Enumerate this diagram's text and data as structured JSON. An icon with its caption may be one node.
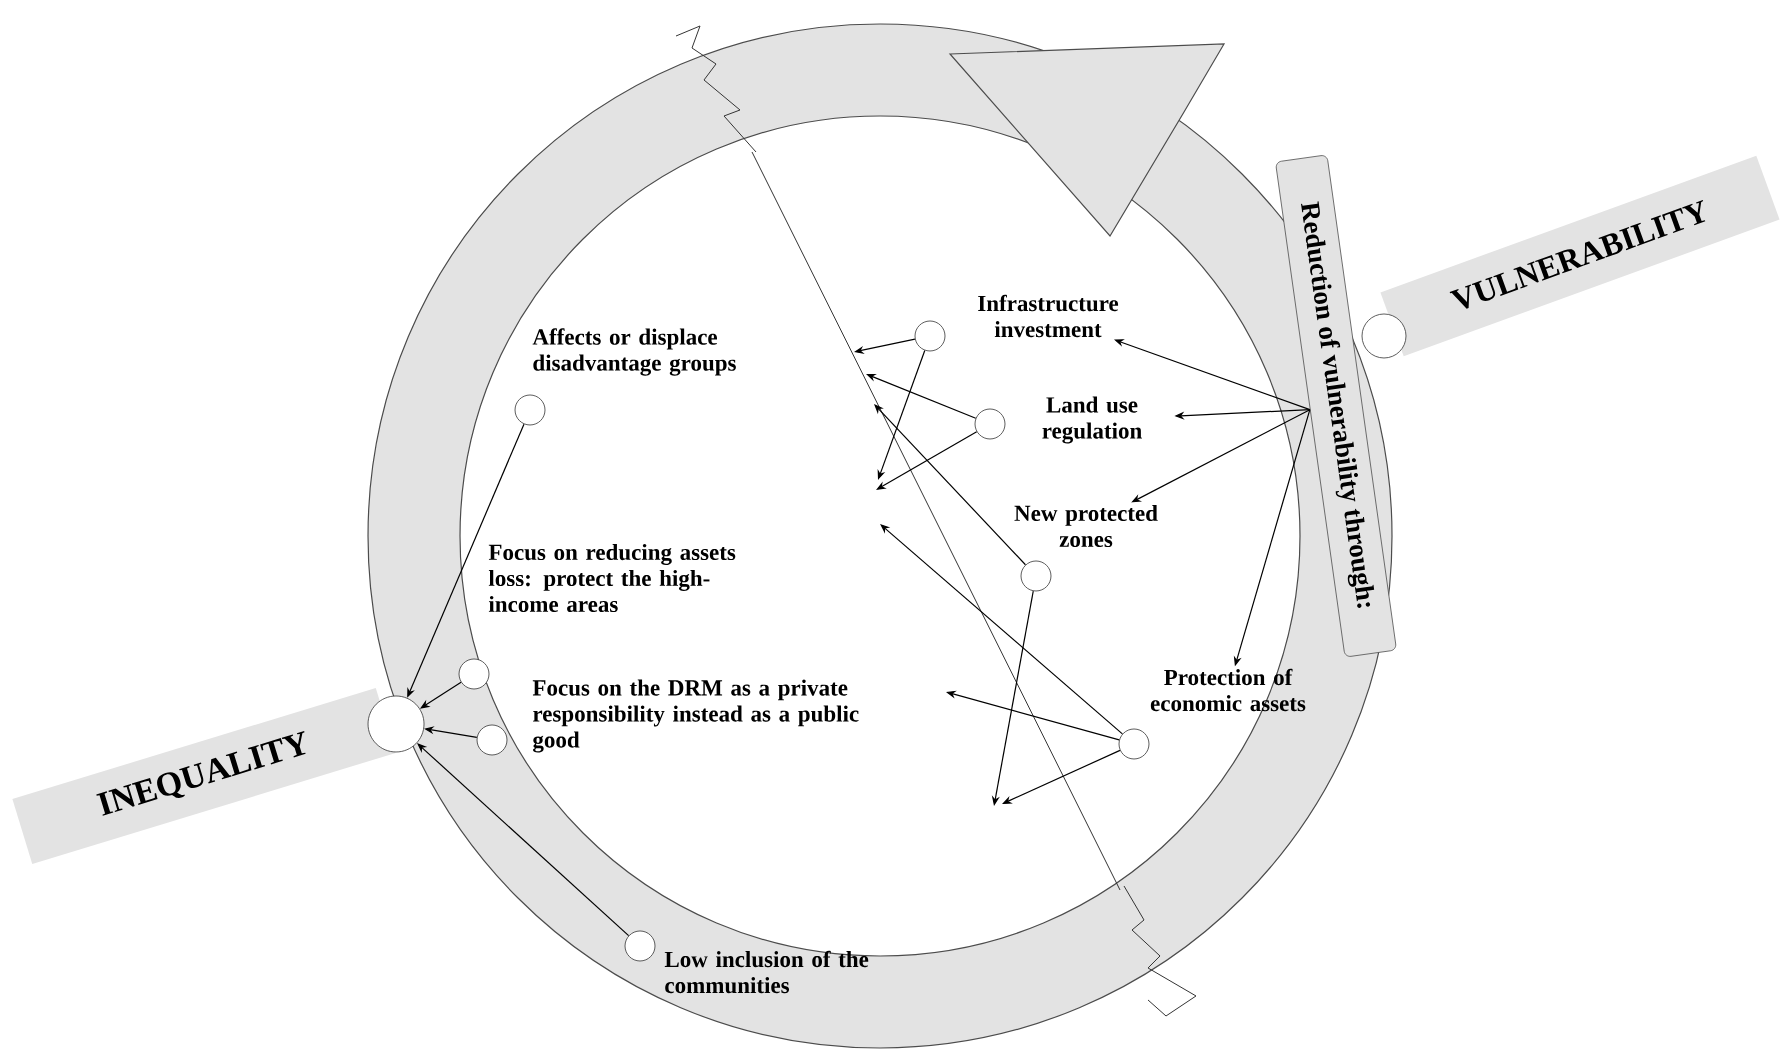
{
  "diagram": {
    "nodes": [
      {
        "text": [
          "INEQUALITY"
        ]
      },
      {
        "text": [],
        "shape": "circle"
      },
      {
        "text": [
          "Affects or displace disadvantage groups"
        ]
      },
      {
        "text": [],
        "shape": "circle"
      },
      {
        "text": [
          "Focus on reducing assets loss: protect the high-income areas"
        ]
      },
      {
        "text": [],
        "shape": "circle"
      },
      {
        "text": [
          "Focus on the DRM as a private responsibility instead as a public good"
        ]
      },
      {
        "text": [],
        "shape": "circle"
      },
      {
        "text": [
          "Low inclusion of the communities"
        ]
      },
      {
        "text": [],
        "shape": "circle"
      },
      {
        "text": [
          "Infrastructure investment"
        ]
      },
      {
        "text": [],
        "shape": "circle"
      },
      {
        "text": [
          "Land use regulation"
        ]
      },
      {
        "text": [],
        "shape": "circle"
      },
      {
        "text": [
          "New protected zones"
        ]
      },
      {
        "text": [],
        "shape": "circle"
      },
      {
        "text": [
          "Protection of economic assets"
        ]
      },
      {
        "text": [],
        "shape": "circle"
      },
      {
        "text": [
          "Reduction of vulnerability through:"
        ]
      },
      {
        "text": [
          "VULNERABILITY"
        ]
      },
      {
        "text": [],
        "shape": "circle"
      }
    ],
    "edges": [
      {
        "from": 3,
        "to": 1,
        "arrow": "to"
      },
      {
        "from": 5,
        "to": 1,
        "arrow": "to"
      },
      {
        "from": 7,
        "to": 1,
        "arrow": "to"
      },
      {
        "from": 9,
        "to": 1,
        "arrow": "to"
      },
      {
        "from": 18,
        "to": 10,
        "arrow": "to"
      },
      {
        "from": 18,
        "to": 12,
        "arrow": "to"
      },
      {
        "from": 18,
        "to": 14,
        "arrow": "to"
      },
      {
        "from": 18,
        "to": 16,
        "arrow": "to"
      },
      {
        "from": 11,
        "to": null,
        "arrow": "to"
      },
      {
        "from": 11,
        "to": null,
        "arrow": "to"
      },
      {
        "from": 13,
        "to": null,
        "arrow": "to"
      },
      {
        "from": 13,
        "to": null,
        "arrow": "to"
      },
      {
        "from": 15,
        "to": null,
        "arrow": "to"
      },
      {
        "from": 15,
        "to": null,
        "arrow": "to"
      },
      {
        "from": 17,
        "to": null,
        "arrow": "to"
      },
      {
        "from": 17,
        "to": null,
        "arrow": "to"
      },
      {
        "from": 17,
        "to": null,
        "arrow": "to"
      }
    ]
  }
}
